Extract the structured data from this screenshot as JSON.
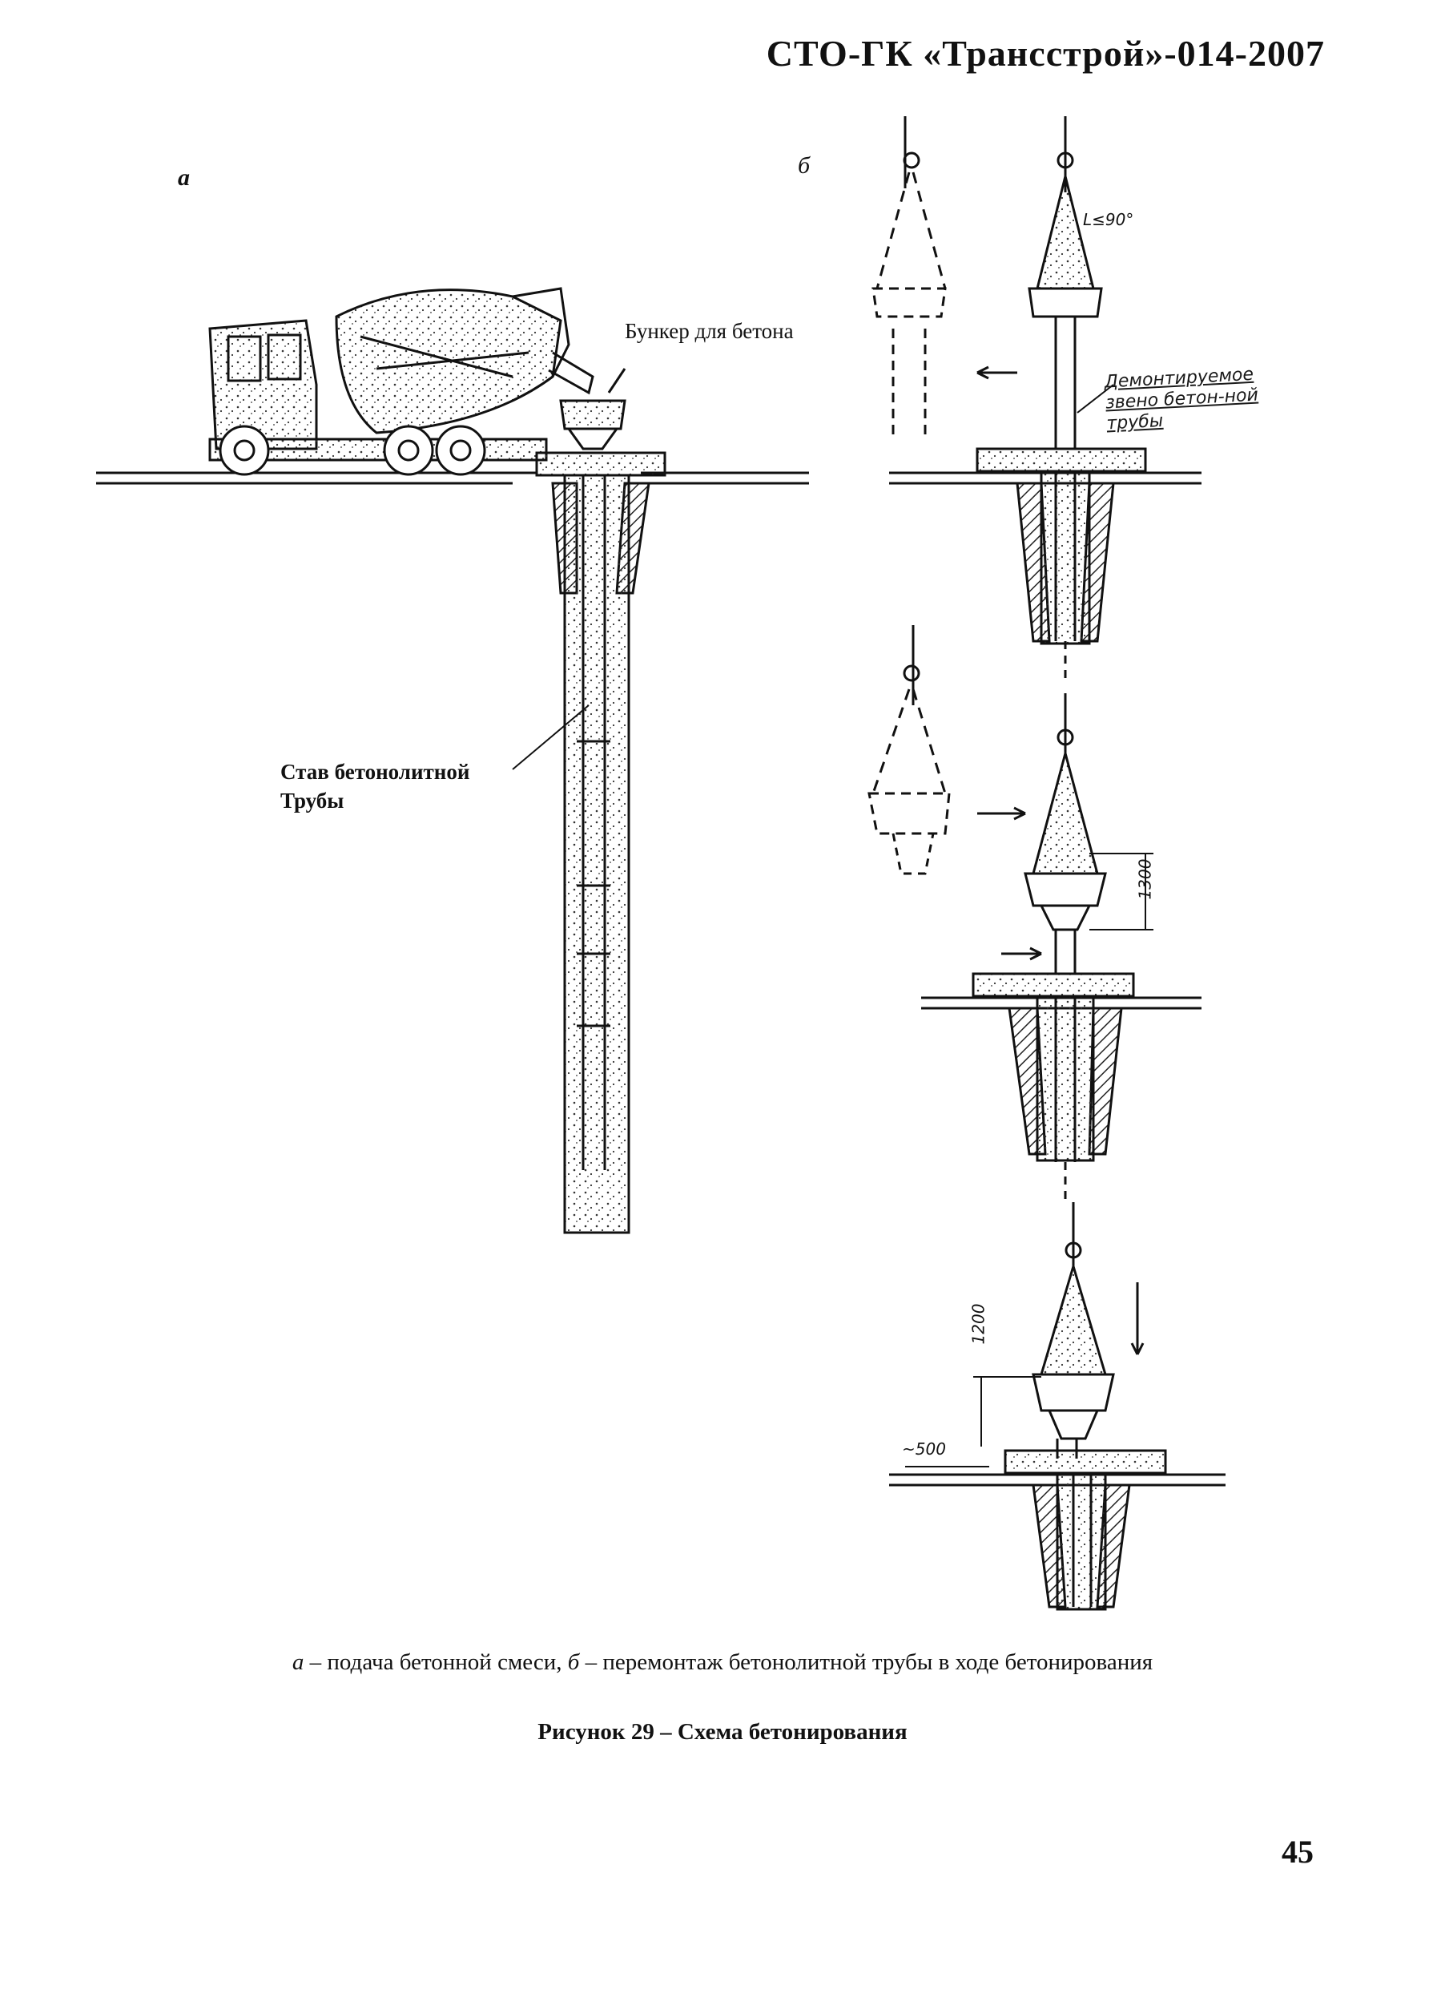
{
  "header": {
    "doc_code": "СТО-ГК «Трансстрой»-014-2007"
  },
  "figure": {
    "label_a": "а",
    "label_b": "б",
    "callout_bunker": "Бункер для бетона",
    "callout_stav": "Став бетонолитной\nТрубы",
    "handwritten_note": "Демонтируемое звено бетон-ной трубы",
    "angle_note": "L≤90°",
    "dim_1300": "1300",
    "dim_1200": "1200",
    "dim_500": "~500"
  },
  "caption": {
    "a_letter": "а",
    "a_text": " – подача бетонной смеси, ",
    "b_letter": "б",
    "b_text": " – перемонтаж бетонолитной трубы в ходе бетонирования"
  },
  "figure_title": "Рисунок 29 – Схема бетонирования",
  "page_number": "45"
}
